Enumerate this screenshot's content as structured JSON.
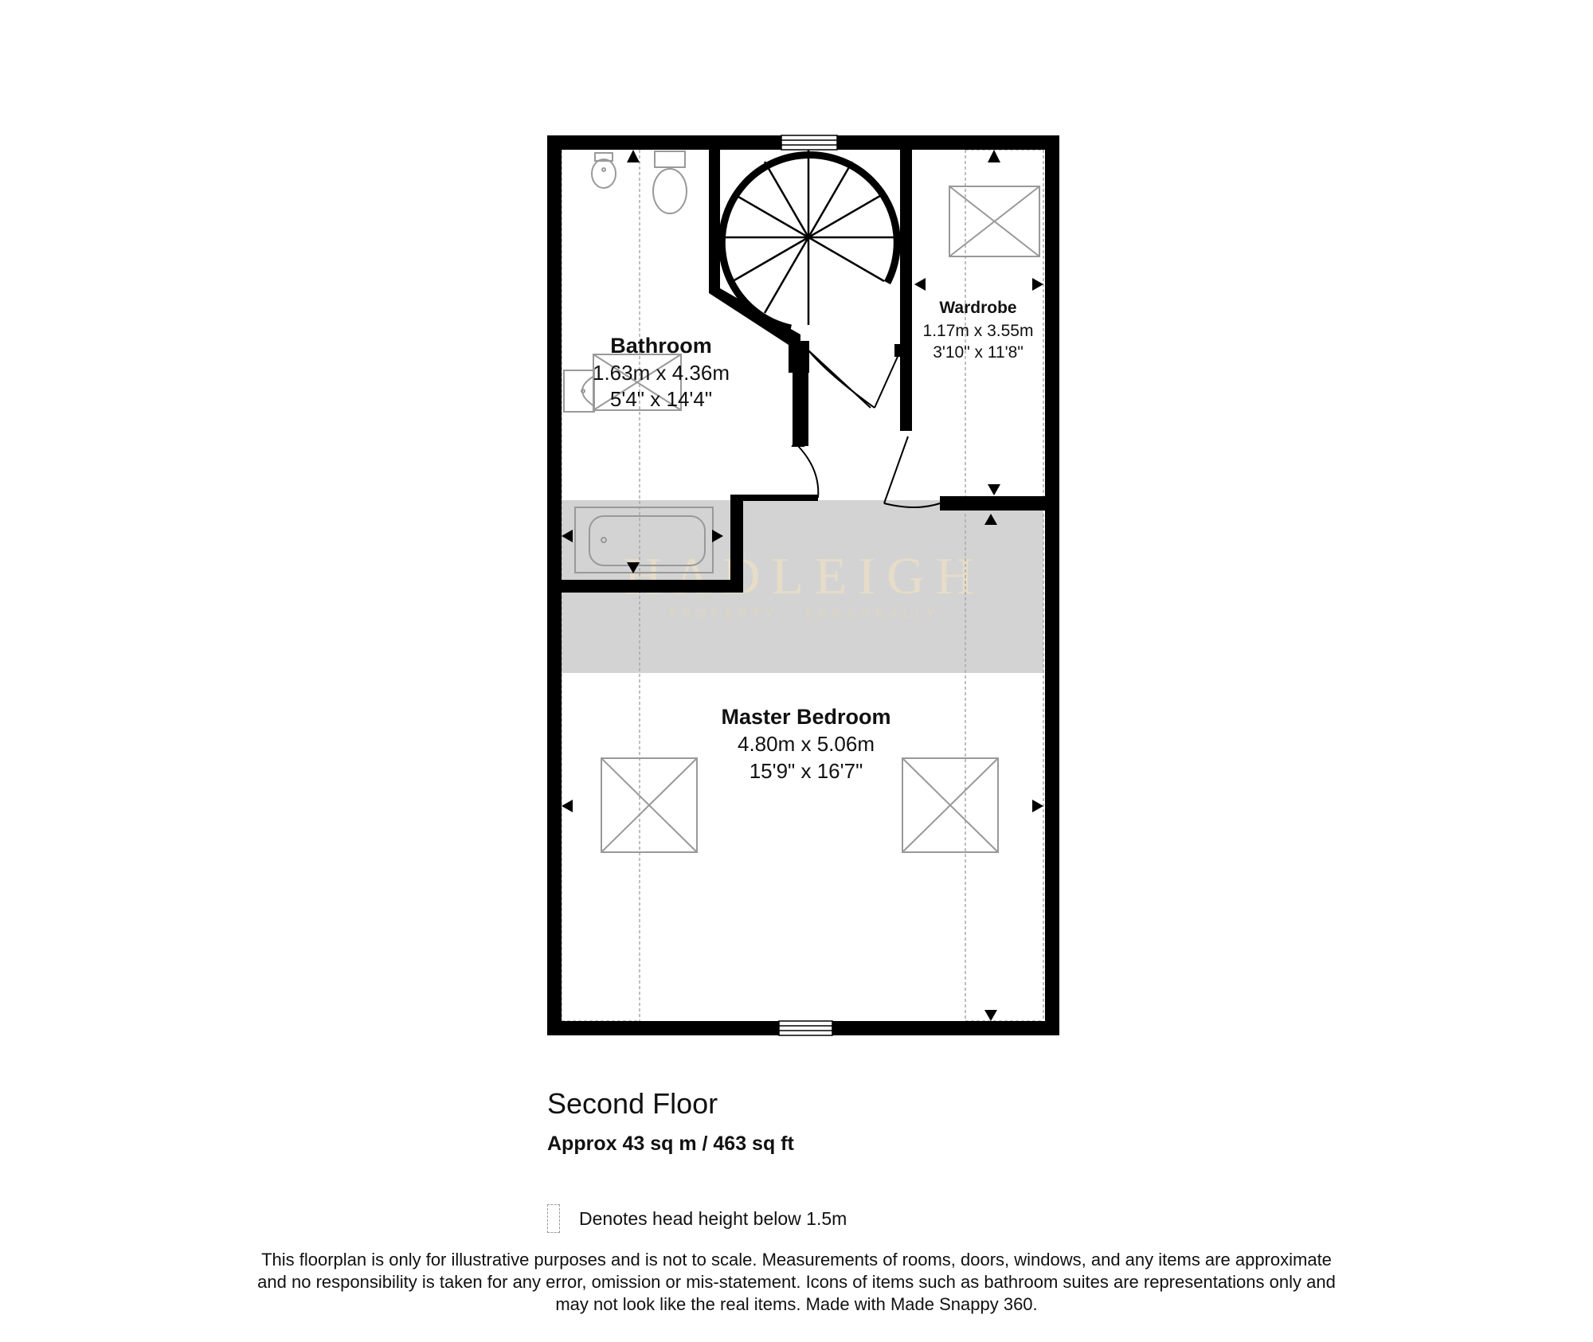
{
  "rooms": {
    "bathroom": {
      "name": "Bathroom",
      "metric": "1.63m x 4.36m",
      "imperial": "5'4\" x 14'4\""
    },
    "wardrobe": {
      "name": "Wardrobe",
      "metric": "1.17m x 3.55m",
      "imperial": "3'10\" x 11'8\""
    },
    "master_bedroom": {
      "name": "Master Bedroom",
      "metric": "4.80m x 5.06m",
      "imperial": "15'9\" x 16'7\""
    }
  },
  "watermark": {
    "brand": "HADLEIGH",
    "tagline": "PROPERTY . PERSONALLY"
  },
  "floor": {
    "title": "Second Floor",
    "area": "Approx 43 sq m / 463 sq ft"
  },
  "legend": {
    "text": "Denotes head height below 1.5m"
  },
  "disclaimer": {
    "line1": "This floorplan is only for illustrative purposes and is not to scale. Measurements of rooms, doors, windows, and any items are approximate",
    "line2": "and no responsibility is taken for any error, omission or mis-statement. Icons of items such as bathroom suites are representations only and",
    "line3": "may not look like the real items. Made with Made Snappy 360."
  },
  "colors": {
    "wall": "#000000",
    "shaded_band": "#d3d3d3",
    "watermark": "#e6dcc8",
    "dashed": "#aaaaaa"
  }
}
